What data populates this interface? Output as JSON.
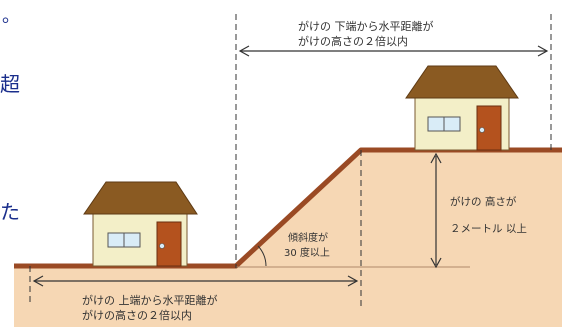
{
  "left_text": {
    "char1": "。",
    "char2": "超",
    "char3": "た"
  },
  "labels": {
    "top_line1": "がけの 下端から水平距離が",
    "top_line2": "がけの高さの２倍以内",
    "bottom_line1": "がけの 上端から水平距離が",
    "bottom_line2": "がけの高さの２倍以内",
    "slope_line1": "傾斜度が",
    "slope_line2": "30 度以上",
    "height_line1": "がけの 高さが",
    "height_line2": "２メートル 以上"
  },
  "colors": {
    "ground": "#f6d7b4",
    "ground_edge": "#9a4a24",
    "roof": "#8a5a22",
    "wall": "#f3efc8",
    "door": "#b4521e",
    "window": "#d9ecf7",
    "side_text": "#1a2e8c"
  }
}
